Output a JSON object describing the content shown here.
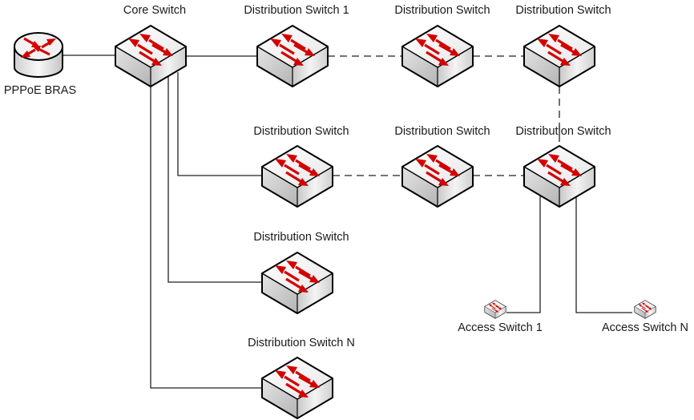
{
  "diagram": {
    "type": "network-topology",
    "nodes": [
      {
        "id": "bras",
        "kind": "router",
        "label": "PPPoE BRAS"
      },
      {
        "id": "core",
        "kind": "switch",
        "label": "Core Switch"
      },
      {
        "id": "d1",
        "kind": "switch",
        "label": "Distribution Switch 1"
      },
      {
        "id": "d2",
        "kind": "switch",
        "label": "Distribution Switch"
      },
      {
        "id": "d3",
        "kind": "switch",
        "label": "Distribution Switch"
      },
      {
        "id": "d4",
        "kind": "switch",
        "label": "Distribution Switch"
      },
      {
        "id": "d5",
        "kind": "switch",
        "label": "Distribution Switch"
      },
      {
        "id": "d6",
        "kind": "switch",
        "label": "Distribution Switch"
      },
      {
        "id": "d7",
        "kind": "switch",
        "label": "Distribution Switch"
      },
      {
        "id": "dn",
        "kind": "switch",
        "label": "Distribution Switch N"
      },
      {
        "id": "a1",
        "kind": "access-switch",
        "label": "Access Switch 1"
      },
      {
        "id": "an",
        "kind": "access-switch",
        "label": "Access Switch N"
      }
    ],
    "links": [
      {
        "from": "bras",
        "to": "core",
        "style": "solid"
      },
      {
        "from": "core",
        "to": "d1",
        "style": "solid"
      },
      {
        "from": "d1",
        "to": "d2",
        "style": "dashed"
      },
      {
        "from": "d2",
        "to": "d3",
        "style": "dashed"
      },
      {
        "from": "d3",
        "to": "d6",
        "style": "dashed"
      },
      {
        "from": "core",
        "to": "d4",
        "style": "solid"
      },
      {
        "from": "d4",
        "to": "d5",
        "style": "dashed"
      },
      {
        "from": "d5",
        "to": "d6",
        "style": "dashed"
      },
      {
        "from": "core",
        "to": "d7",
        "style": "solid"
      },
      {
        "from": "core",
        "to": "dn",
        "style": "solid"
      },
      {
        "from": "d6",
        "to": "a1",
        "style": "solid"
      },
      {
        "from": "d6",
        "to": "an",
        "style": "solid"
      }
    ],
    "colors": {
      "arrow_red": "#d40000",
      "device_outline": "#000000",
      "link": "#222222",
      "text": "#1a1a1a"
    }
  }
}
